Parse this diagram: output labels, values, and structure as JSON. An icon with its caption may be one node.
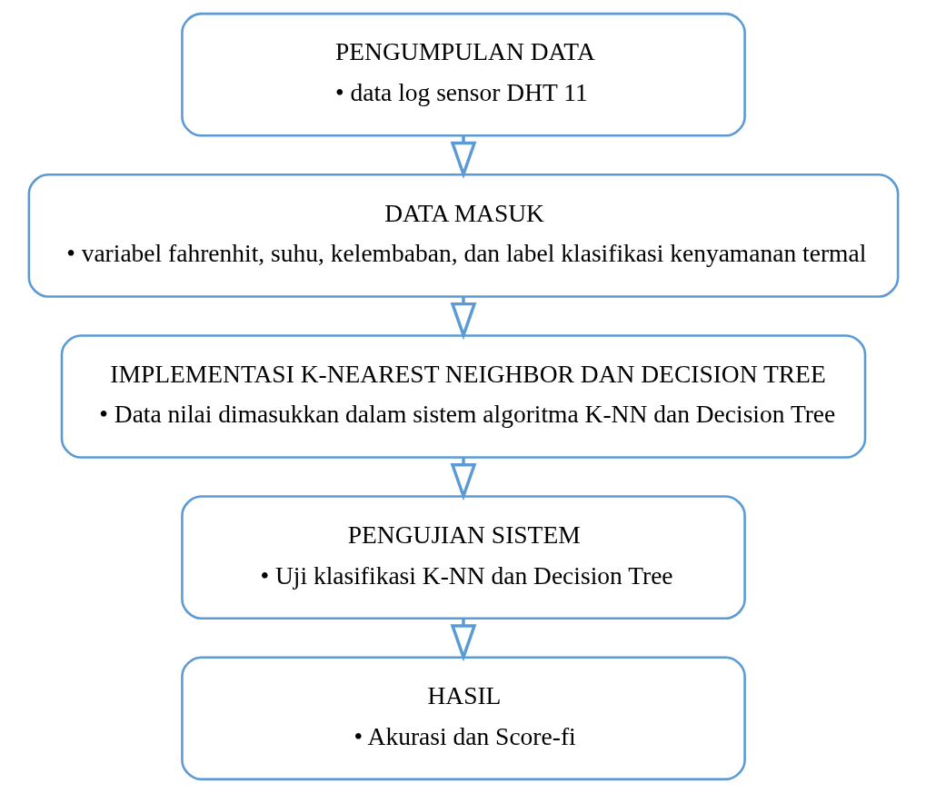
{
  "diagram": {
    "nodes": [
      {
        "text": [
          "PENGUMPULAN DATA",
          "• data log sensor DHT 11"
        ]
      },
      {
        "text": [
          "DATA MASUK",
          "• variabel fahrenhit, suhu, kelembaban, dan label klasifikasi kenyamanan termal"
        ]
      },
      {
        "text": [
          "IMPLEMENTASI K-NEAREST NEIGHBOR DAN DECISION TREE",
          "• Data nilai dimasukkan dalam sistem algoritma K-NN dan Decision Tree"
        ]
      },
      {
        "text": [
          "PENGUJIAN SISTEM",
          "• Uji klasifikasi K-NN dan Decision Tree"
        ]
      },
      {
        "text": [
          "HASIL",
          "• Akurasi dan Score-fi"
        ]
      }
    ],
    "edges": [
      {
        "from": 0,
        "to": 1,
        "arrow": "to"
      },
      {
        "from": 1,
        "to": 2,
        "arrow": "to"
      },
      {
        "from": 2,
        "to": 3,
        "arrow": "to"
      },
      {
        "from": 3,
        "to": 4,
        "arrow": "to"
      }
    ]
  }
}
